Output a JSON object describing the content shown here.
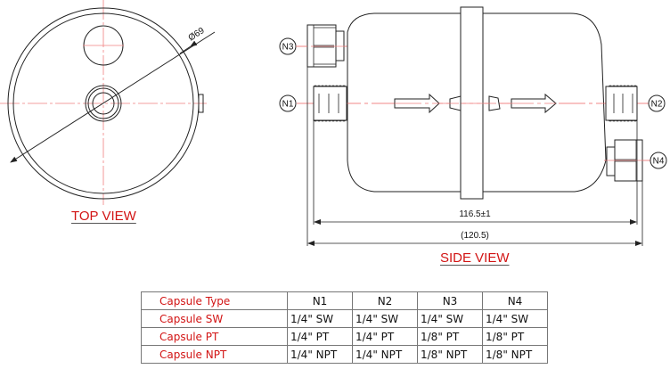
{
  "top_view": {
    "label": "TOP VIEW",
    "diameter_dim": "Ø69"
  },
  "side_view": {
    "label": "SIDE VIEW",
    "callouts": {
      "n1": "N1",
      "n2": "N2",
      "n3": "N3",
      "n4": "N4"
    },
    "dim_inner": "116.5±1",
    "dim_outer": "(120.5)"
  },
  "colors": {
    "accent_red": "#d21414",
    "centerline": "#f08080",
    "line": "#222222"
  },
  "spec_table": {
    "headers": [
      "Capsule Type",
      "N1",
      "N2",
      "N3",
      "N4"
    ],
    "rows": [
      {
        "type": "Capsule SW",
        "n1": "1/4\" SW",
        "n2": "1/4\" SW",
        "n3": "1/4\" SW",
        "n4": "1/4\" SW"
      },
      {
        "type": "Capsule PT",
        "n1": "1/4\" PT",
        "n2": "1/4\" PT",
        "n3": "1/8\" PT",
        "n4": "1/8\" PT"
      },
      {
        "type": "Capsule NPT",
        "n1": "1/4\" NPT",
        "n2": "1/4\" NPT",
        "n3": "1/8\" NPT",
        "n4": "1/8\" NPT"
      }
    ]
  }
}
